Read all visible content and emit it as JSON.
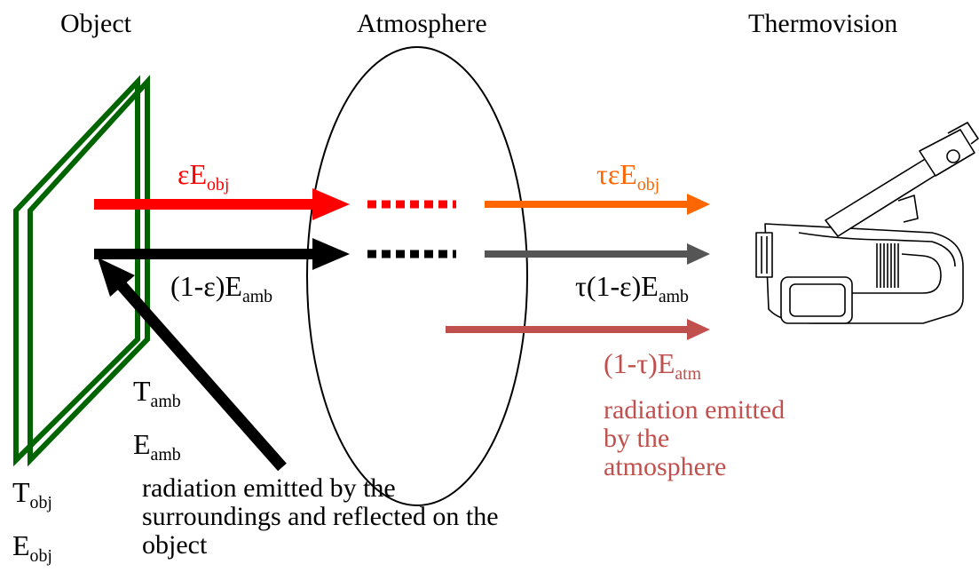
{
  "headers": {
    "object": "Object",
    "atmosphere": "Atmosphere",
    "camera": "Thermovision"
  },
  "labels": {
    "eps_e_obj": {
      "main": "εE",
      "sub": "obj"
    },
    "tau_eps_e_obj": {
      "main": "τεE",
      "sub": "obj"
    },
    "one_minus_eps_e_amb": {
      "main": "(1-ε)E",
      "sub": "amb"
    },
    "tau_one_minus_eps_e_amb": {
      "main": "τ(1-ε)E",
      "sub": "amb"
    },
    "one_minus_tau_e_atm": {
      "main": "(1-τ)E",
      "sub": "atm"
    },
    "t_amb": {
      "main": "T",
      "sub": "amb"
    },
    "e_amb": {
      "main": "E",
      "sub": "amb"
    },
    "t_obj": {
      "main": "T",
      "sub": "obj"
    },
    "e_obj": {
      "main": "E",
      "sub": "obj"
    }
  },
  "descriptions": {
    "atmosphere_emission": [
      "radiation emitted",
      "by the",
      "atmosphere"
    ],
    "surroundings_reflection": [
      "radiation emitted by the",
      "surroundings and reflected on the",
      "object"
    ]
  },
  "colors": {
    "object_plate": "#006400",
    "object_radiation": "#ff0000",
    "transmitted_object_radiation": "#ff6600",
    "reflected_radiation": "#000000",
    "transmitted_reflected_radiation": "#555555",
    "atmosphere_radiation": "#c0504d"
  },
  "icons": {
    "camera": "thermal-camera-icon"
  }
}
